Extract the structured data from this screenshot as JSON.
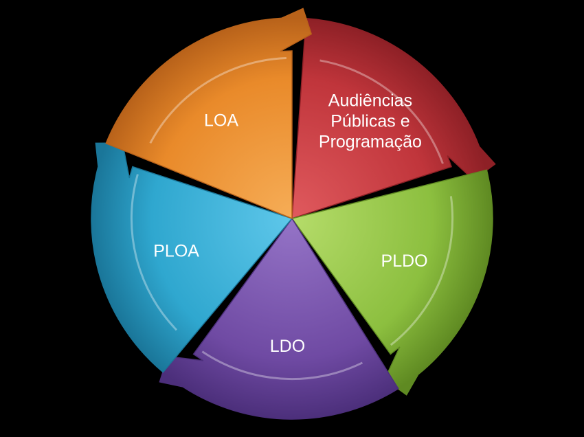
{
  "diagram": {
    "type": "segmented-cycle",
    "direction": "clockwise",
    "segments": [
      {
        "id": "audiencias",
        "lines": [
          "Audiências",
          "Públicas e",
          "Programação"
        ],
        "color": "#c0353b",
        "color_light": "#e05a5e",
        "color_dark": "#8e2026"
      },
      {
        "id": "pldo",
        "lines": [
          "PLDO"
        ],
        "color": "#8cbf3f",
        "color_light": "#b5dc6a",
        "color_dark": "#5f8a22"
      },
      {
        "id": "ldo",
        "lines": [
          "LDO"
        ],
        "color": "#6f4aa3",
        "color_light": "#9574c7",
        "color_dark": "#4c2f7b"
      },
      {
        "id": "ploa",
        "lines": [
          "PLOA"
        ],
        "color": "#2fa7cf",
        "color_light": "#5ec7ea",
        "color_dark": "#1a7699"
      },
      {
        "id": "loa",
        "lines": [
          "LOA"
        ],
        "color": "#e98a2a",
        "color_light": "#f6ad57",
        "color_dark": "#b8621a"
      }
    ]
  }
}
